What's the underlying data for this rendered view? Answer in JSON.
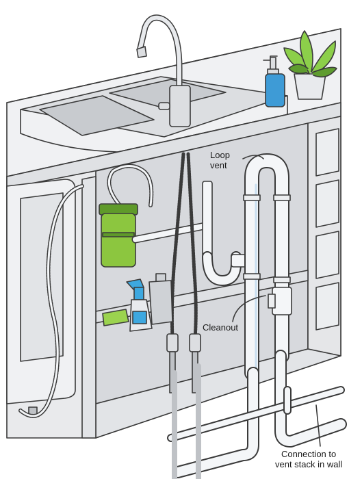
{
  "labels": {
    "loop_vent": {
      "line1": "Loop",
      "line2": "vent"
    },
    "cleanout": "Cleanout",
    "connection": {
      "line1": "Connection to",
      "line2": "vent stack in wall"
    }
  },
  "colors": {
    "outline": "#3a3a3a",
    "cabinet_fill": "#e9eaec",
    "cabinet_inner": "#d7d9dd",
    "shelf": "#dfe1e4",
    "sink": "#dcdee1",
    "sink_inner": "#c8cbcf",
    "pipe": "#f4f6f8",
    "pipe_highlight": "#c9dff0",
    "disposer": "#8cc63f",
    "disposer_dark": "#5f9a2a",
    "soap": "#3e9bd6",
    "plant": "#8ccf4a",
    "plant_dark": "#5e9c2f",
    "spray_blue": "#3da8e0",
    "sponge_green": "#9bd34f",
    "bottle_grey": "#cfd2d6"
  },
  "icons": [
    "faucet-icon",
    "soap-dispenser-icon",
    "potted-plant-icon",
    "garbage-disposer-icon",
    "spray-bottle-icon",
    "sponge-icon",
    "jug-icon"
  ]
}
